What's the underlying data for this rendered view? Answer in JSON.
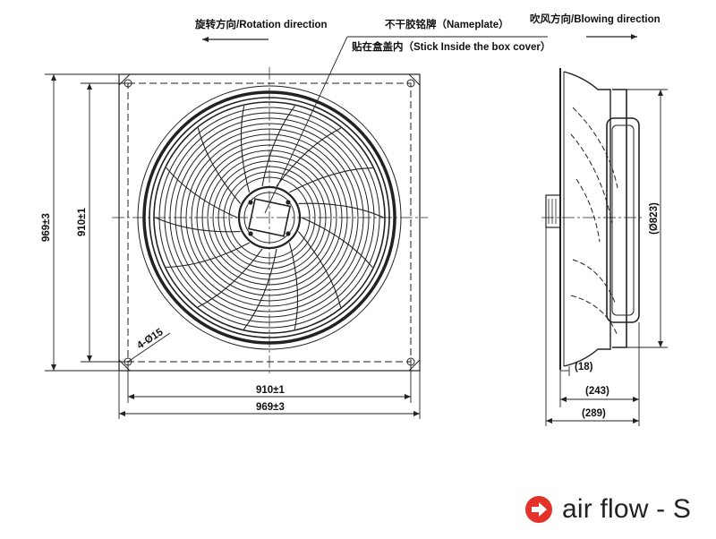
{
  "labels": {
    "rotation_direction": "旋转方向/Rotation direction",
    "nameplate": "不干胶铭牌（Nameplate）",
    "stick_inside": "贴在盒盖内（Stick Inside the box cover）",
    "blowing_direction": "吹风方向/Blowing direction",
    "holes": "4-Ø15"
  },
  "dimensions": {
    "width_inner": "910±1",
    "width_outer": "969±3",
    "height_inner": "910±1",
    "height_outer": "969±3",
    "diameter": "(Ø823)",
    "depth_18": "(18)",
    "depth_243": "(243)",
    "depth_289": "(289)"
  },
  "legend": {
    "text": "air flow - S",
    "icon": "right-arrow-circle-icon",
    "accent": "#e4322b"
  }
}
